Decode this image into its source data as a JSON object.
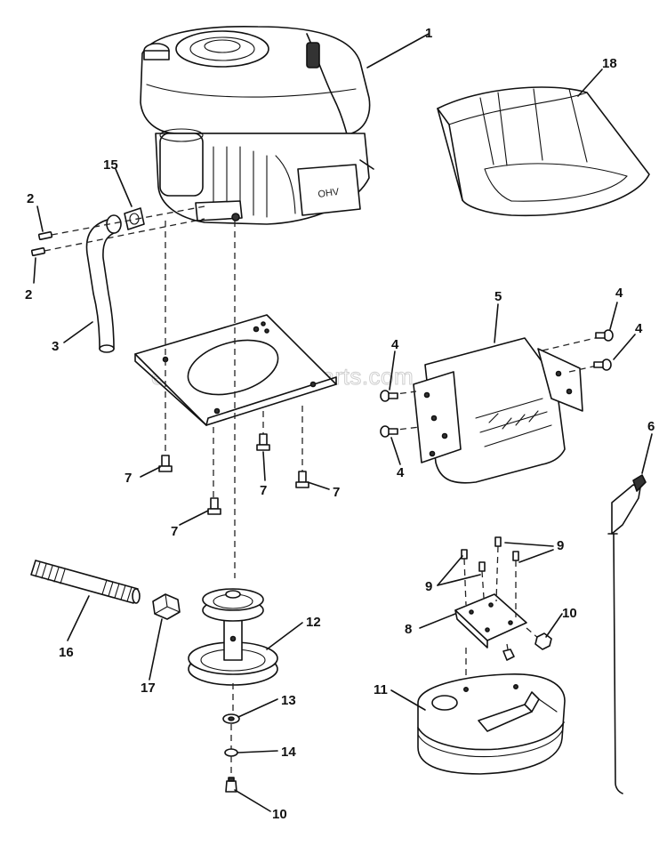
{
  "watermark": "eReplacementParts.com",
  "callouts": {
    "engine": "1",
    "screw_a": "2",
    "screw_b": "2",
    "exhaust_pipe": "3",
    "bolt_4a": "4",
    "bolt_4b": "4",
    "bolt_4c": "4",
    "bolt_4d": "4",
    "heat_shield": "5",
    "throttle_control": "6",
    "bolt_7a": "7",
    "bolt_7b": "7",
    "bolt_7c": "7",
    "bolt_7d": "7",
    "muffler_bracket": "8",
    "screw_9a": "9",
    "screw_9b": "9",
    "nut_10a": "10",
    "nut_10b": "10",
    "muffler": "11",
    "pulley": "12",
    "washer": "13",
    "lock_washer": "14",
    "gasket": "15",
    "stud": "16",
    "nut_17": "17",
    "grass_shield": "18"
  }
}
